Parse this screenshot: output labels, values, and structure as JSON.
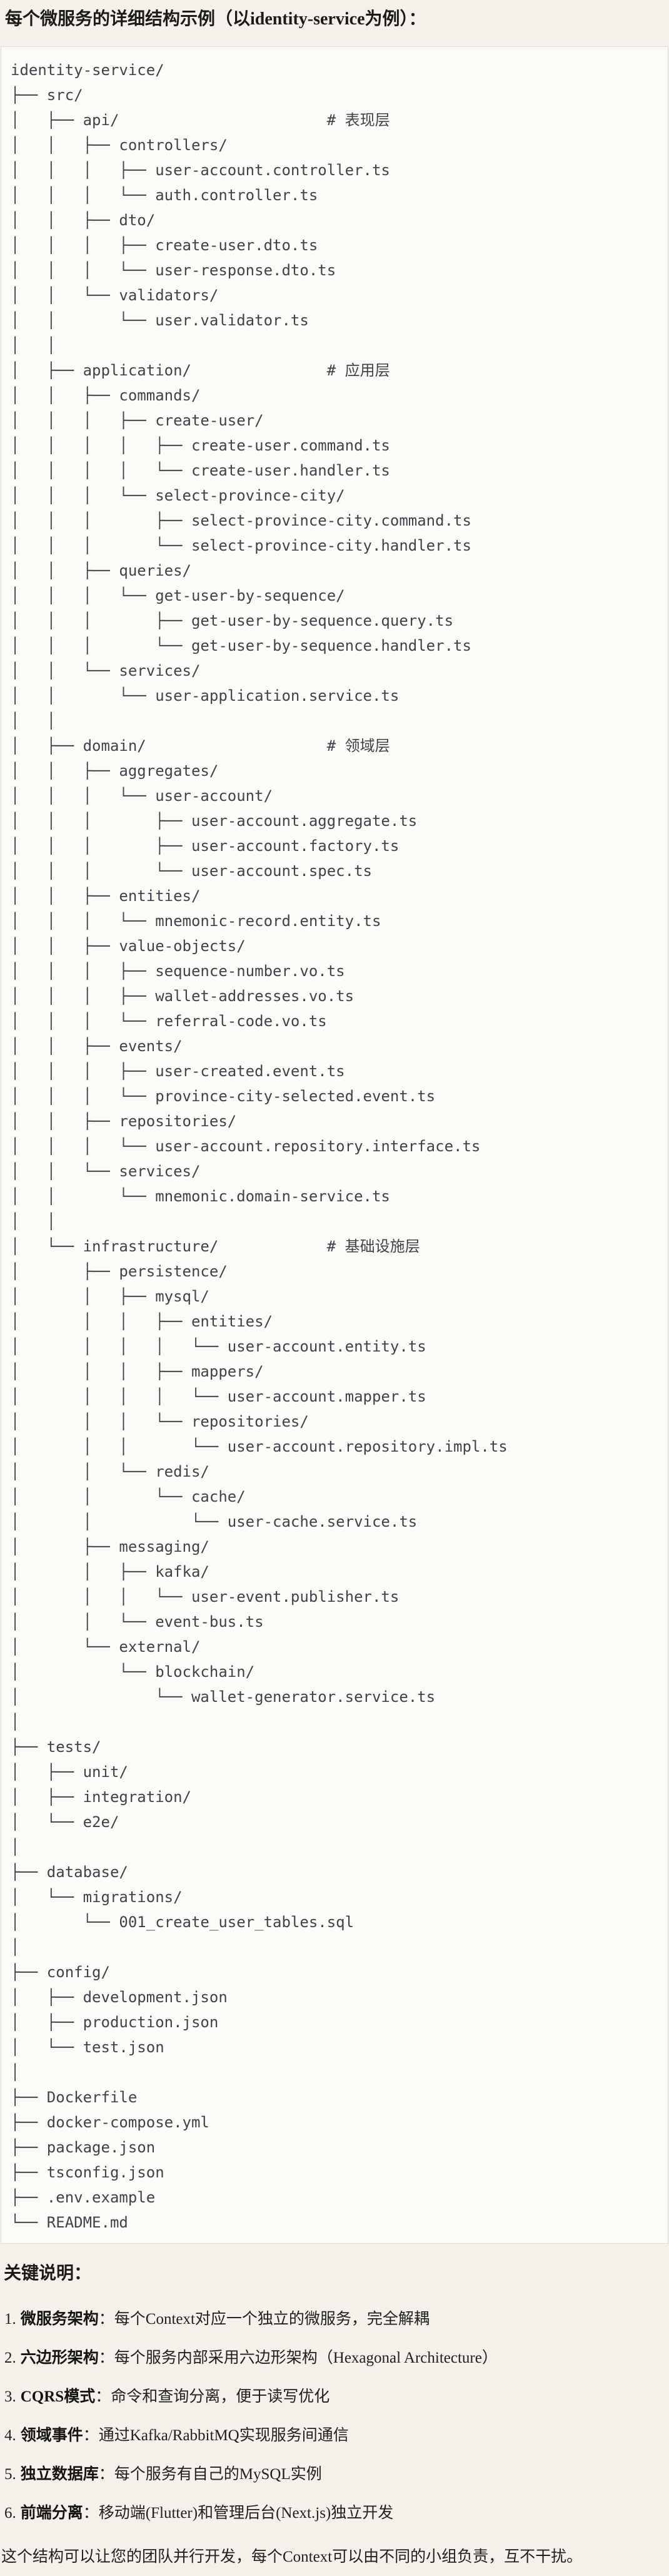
{
  "page": {
    "title": "每个微服务的详细结构示例（以identity-service为例）："
  },
  "code": {
    "language": "plaintext",
    "tree": "identity-service/\n├── src/\n│   ├── api/                       # 表现层\n│   │   ├── controllers/\n│   │   │   ├── user-account.controller.ts\n│   │   │   └── auth.controller.ts\n│   │   ├── dto/\n│   │   │   ├── create-user.dto.ts\n│   │   │   └── user-response.dto.ts\n│   │   └── validators/\n│   │       └── user.validator.ts\n│   │\n│   ├── application/               # 应用层\n│   │   ├── commands/\n│   │   │   ├── create-user/\n│   │   │   │   ├── create-user.command.ts\n│   │   │   │   └── create-user.handler.ts\n│   │   │   └── select-province-city/\n│   │   │       ├── select-province-city.command.ts\n│   │   │       └── select-province-city.handler.ts\n│   │   ├── queries/\n│   │   │   └── get-user-by-sequence/\n│   │   │       ├── get-user-by-sequence.query.ts\n│   │   │       └── get-user-by-sequence.handler.ts\n│   │   └── services/\n│   │       └── user-application.service.ts\n│   │\n│   ├── domain/                    # 领域层\n│   │   ├── aggregates/\n│   │   │   └── user-account/\n│   │   │       ├── user-account.aggregate.ts\n│   │   │       ├── user-account.factory.ts\n│   │   │       └── user-account.spec.ts\n│   │   ├── entities/\n│   │   │   └── mnemonic-record.entity.ts\n│   │   ├── value-objects/\n│   │   │   ├── sequence-number.vo.ts\n│   │   │   ├── wallet-addresses.vo.ts\n│   │   │   └── referral-code.vo.ts\n│   │   ├── events/\n│   │   │   ├── user-created.event.ts\n│   │   │   └── province-city-selected.event.ts\n│   │   ├── repositories/\n│   │   │   └── user-account.repository.interface.ts\n│   │   └── services/\n│   │       └── mnemonic.domain-service.ts\n│   │\n│   └── infrastructure/            # 基础设施层\n│       ├── persistence/\n│       │   ├── mysql/\n│       │   │   ├── entities/\n│       │   │   │   └── user-account.entity.ts\n│       │   │   ├── mappers/\n│       │   │   │   └── user-account.mapper.ts\n│       │   │   └── repositories/\n│       │   │       └── user-account.repository.impl.ts\n│       │   └── redis/\n│       │       └── cache/\n│       │           └── user-cache.service.ts\n│       ├── messaging/\n│       │   ├── kafka/\n│       │   │   └── user-event.publisher.ts\n│       │   └── event-bus.ts\n│       └── external/\n│           └── blockchain/\n│               └── wallet-generator.service.ts\n│\n├── tests/\n│   ├── unit/\n│   ├── integration/\n│   └── e2e/\n│\n├── database/\n│   └── migrations/\n│       └── 001_create_user_tables.sql\n│\n├── config/\n│   ├── development.json\n│   ├── production.json\n│   └── test.json\n│\n├── Dockerfile\n├── docker-compose.yml\n├── package.json\n├── tsconfig.json\n├── .env.example\n└── README.md"
  },
  "notes": {
    "heading": "关键说明：",
    "items": [
      {
        "num": "1.",
        "label": "微服务架构",
        "text": "：每个Context对应一个独立的微服务，完全解耦"
      },
      {
        "num": "2.",
        "label": "六边形架构",
        "text": "：每个服务内部采用六边形架构（Hexagonal Architecture）"
      },
      {
        "num": "3.",
        "label": "CQRS模式",
        "text": "：命令和查询分离，便于读写优化"
      },
      {
        "num": "4.",
        "label": "领域事件",
        "text": "：通过Kafka/RabbitMQ实现服务间通信"
      },
      {
        "num": "5.",
        "label": "独立数据库",
        "text": "：每个服务有自己的MySQL实例"
      },
      {
        "num": "6.",
        "label": "前端分离",
        "text": "：移动端(Flutter)和管理后台(Next.js)独立开发"
      }
    ],
    "footer": "这个结构可以让您的团队并行开发，每个Context可以由不同的小组负责，互不干扰。"
  }
}
